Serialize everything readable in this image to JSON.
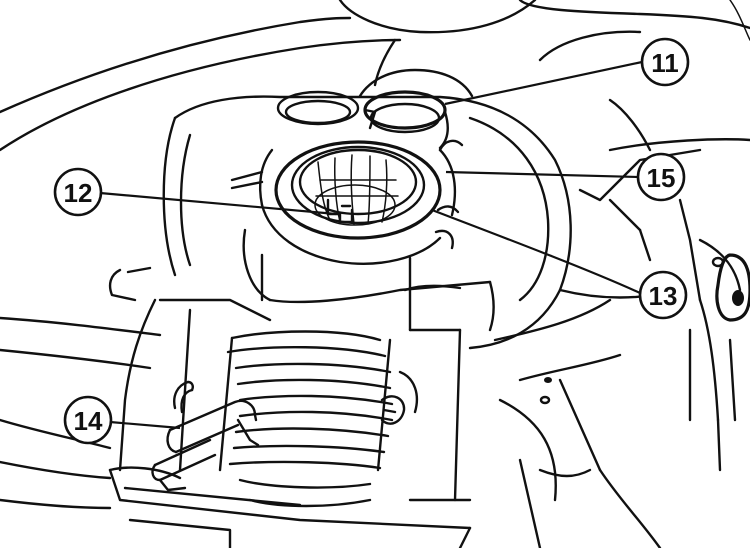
{
  "callouts": [
    {
      "id": "c11",
      "label": "11"
    },
    {
      "id": "c12",
      "label": "12"
    },
    {
      "id": "c13",
      "label": "13"
    },
    {
      "id": "c14",
      "label": "14"
    },
    {
      "id": "c15",
      "label": "15"
    }
  ]
}
